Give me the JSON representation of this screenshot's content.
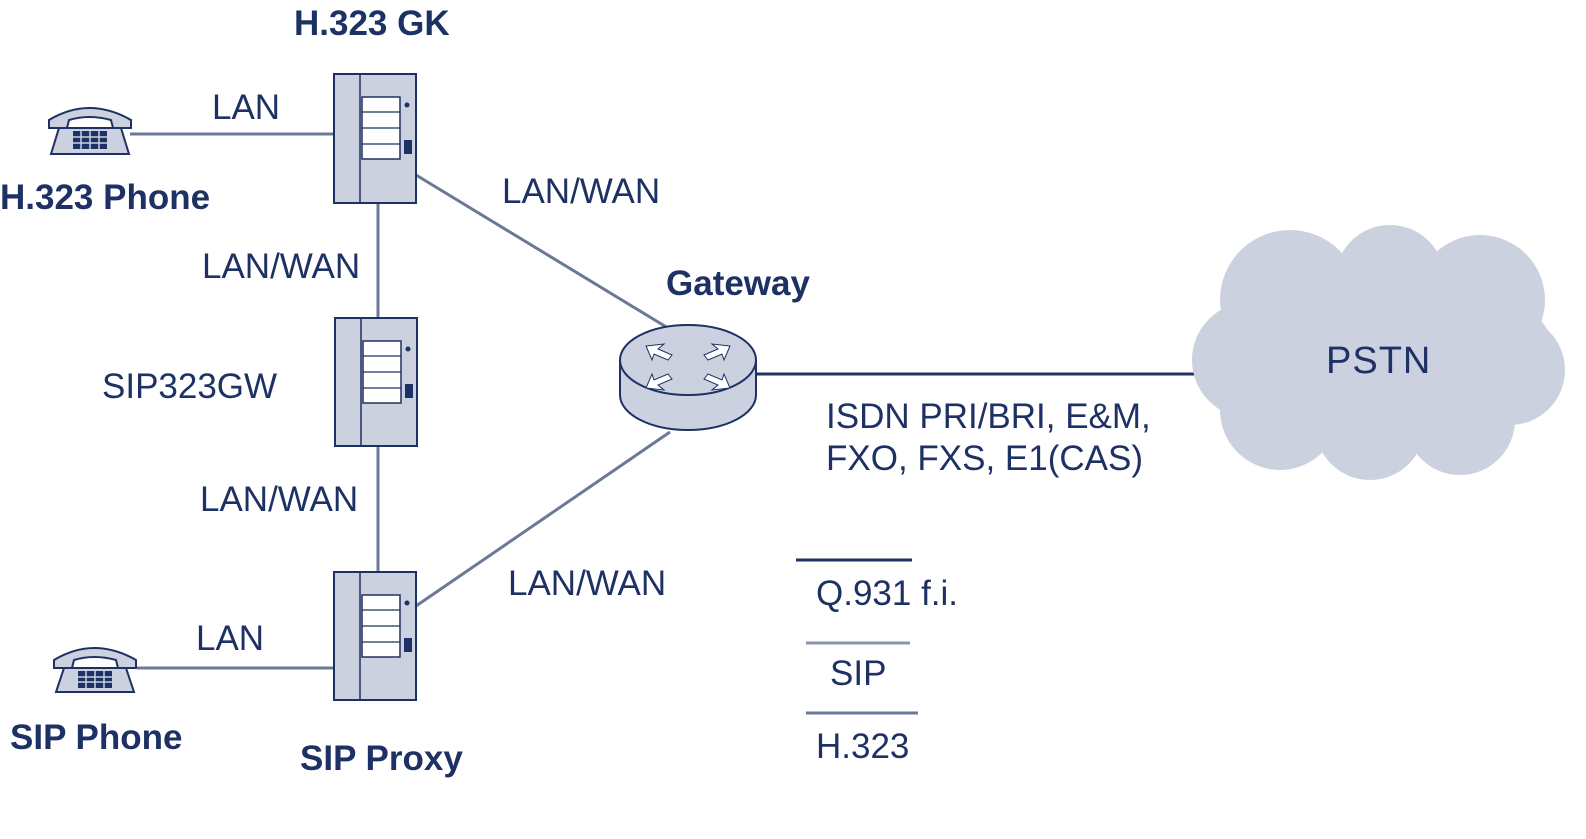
{
  "devices": {
    "h323_gk": "H.323 GK",
    "h323_phone": "H.323 Phone",
    "sip323gw": "SIP323GW",
    "sip_proxy": "SIP Proxy",
    "sip_phone": "SIP Phone",
    "gateway": "Gateway",
    "pstn": "PSTN"
  },
  "links": {
    "h323_phone_to_gk": "LAN",
    "gk_to_gateway": "LAN/WAN",
    "gk_to_sip323gw": "LAN/WAN",
    "sip323gw_to_proxy": "LAN/WAN",
    "proxy_to_gateway": "LAN/WAN",
    "sip_phone_to_proxy": "LAN",
    "gateway_to_pstn": "ISDN PRI/BRI, E&M,\nFXO, FXS, E1(CAS)"
  },
  "legend": {
    "items": [
      {
        "label": "Q.931 f.i.",
        "line_color": "#1e3164"
      },
      {
        "label": "SIP",
        "line_color": "#8a94ad"
      },
      {
        "label": "H.323",
        "line_color": "#6b7896"
      }
    ]
  },
  "colors": {
    "text": "#1e3164",
    "device_fill": "#ccd1e0",
    "device_stroke": "#1e3164",
    "cloud_fill": "#ccd1e0",
    "link_line": "#6b7896"
  }
}
